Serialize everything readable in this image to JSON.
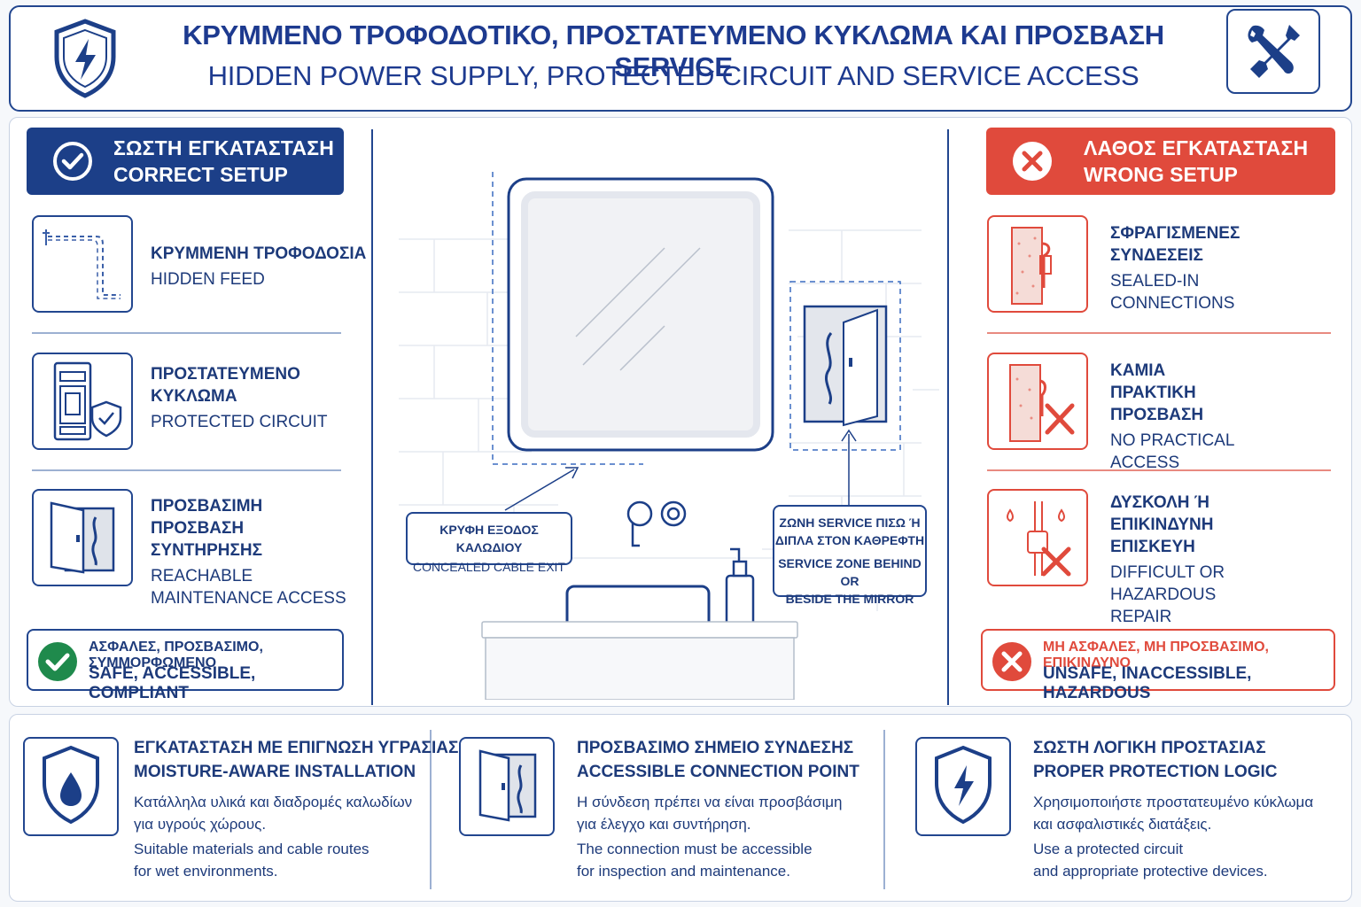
{
  "header": {
    "title_gr": "ΚΡΥΜΜΕΝΟ ΤΡΟΦΟΔΟΤΙΚΟ, ΠΡΟΣΤΑΤΕΥΜΕΝΟ ΚΥΚΛΩΜΑ ΚΑΙ ΠΡΟΣΒΑΣΗ SERVICE",
    "title_en": "HIDDEN POWER SUPPLY, PROTECTED CIRCUIT AND SERVICE ACCESS",
    "left_icon": "shield-bolt-icon",
    "right_icon": "wrench-screwdriver-icon"
  },
  "correct": {
    "banner_gr": "ΣΩΣΤΗ ΕΓΚΑΤΑΣΤΑΣΗ",
    "banner_en": "CORRECT SETUP",
    "items": [
      {
        "gr": "ΚΡΥΜΜΕΝΗ ΤΡΟΦΟΔΟΣΙΑ",
        "en": "HIDDEN FEED",
        "icon": "hidden-cable-icon"
      },
      {
        "gr": "ΠΡΟΣΤΑΤΕΥΜΕΝΟ ΚΥΚΛΩΜΑ",
        "en": "PROTECTED CIRCUIT",
        "icon": "breaker-shield-icon"
      },
      {
        "gr": "ΠΡΟΣΒΑΣΙΜΗ ΠΡΟΣΒΑΣΗ ΣΥΝΤΗΡΗΣΗΣ",
        "en": "REACHABLE MAINTENANCE ACCESS",
        "icon": "service-hatch-icon"
      }
    ],
    "status_gr": "ΑΣΦΑΛΕΣ, ΠΡΟΣΒΑΣΙΜΟ, ΣΥΜΜΟΡΦΩΜΕΝΟ",
    "status_en": "SAFE, ACCESSIBLE, COMPLIANT"
  },
  "wrong": {
    "banner_gr": "ΛΑΘΟΣ ΕΓΚΑΤΑΣΤΑΣΗ",
    "banner_en": "WRONG SETUP",
    "items": [
      {
        "gr": "ΣΦΡΑΓΙΣΜΕΝΕΣ ΣΥΝΔΕΣΕΙΣ",
        "en": "SEALED-IN CONNECTIONS",
        "icon": "sealed-wall-icon"
      },
      {
        "gr": "ΚΑΜΙΑ ΠΡΑΚΤΙΚΗ ΠΡΟΣΒΑΣΗ",
        "en": "NO PRACTICAL ACCESS",
        "icon": "no-access-icon"
      },
      {
        "gr": "ΔΥΣΚΟΛΗ Ή ΕΠΙΚΙΝΔΥΝΗ ΕΠΙΣΚΕΥΗ",
        "en": "DIFFICULT OR HAZARDOUS REPAIR",
        "icon": "hazard-repair-icon"
      }
    ],
    "status_gr": "ΜΗ ΑΣΦΑΛΕΣ, ΜΗ ΠΡΟΣΒΑΣΙΜΟ, ΕΠΙΚΙΝΔΥΝΟ",
    "status_en": "UNSAFE, INACCESSIBLE, HAZARDOUS"
  },
  "diagram": {
    "cable_exit_gr": "ΚΡΥΦΗ ΕΞΟΔΟΣ ΚΑΛΩΔΙΟΥ",
    "cable_exit_en": "CONCEALED CABLE EXIT",
    "service_zone_gr_1": "ΖΩΝΗ SERVICE ΠΙΣΩ Ή",
    "service_zone_gr_2": "ΔΙΠΛΑ ΣΤΟΝ ΚΑΘΡΕΦΤΗ",
    "service_zone_en_1": "SERVICE ZONE BEHIND OR",
    "service_zone_en_2": "BESIDE THE MIRROR"
  },
  "footer": [
    {
      "title_gr": "ΕΓΚΑΤΑΣΤΑΣΗ ΜΕ ΕΠΙΓΝΩΣΗ ΥΓΡΑΣΙΑΣ",
      "title_en": "MOISTURE-AWARE INSTALLATION",
      "gr_1": "Κατάλληλα υλικά και διαδρομές καλωδίων",
      "gr_2": "για υγρούς χώρους.",
      "en_1": "Suitable materials and cable routes",
      "en_2": "for wet environments.",
      "icon": "shield-drop-icon"
    },
    {
      "title_gr": "ΠΡΟΣΒΑΣΙΜΟ ΣΗΜΕΙΟ ΣΥΝΔΕΣΗΣ",
      "title_en": "ACCESSIBLE CONNECTION POINT",
      "gr_1": "Η σύνδεση πρέπει να είναι προσβάσιμη",
      "gr_2": "για έλεγχο και συντήρηση.",
      "en_1": "The connection must be accessible",
      "en_2": "for inspection and maintenance.",
      "icon": "service-hatch-icon"
    },
    {
      "title_gr": "ΣΩΣΤΗ ΛΟΓΙΚΗ ΠΡΟΣΤΑΣΙΑΣ",
      "title_en": "PROPER PROTECTION LOGIC",
      "gr_1": "Χρησιμοποιήστε προστατευμένο κύκλωμα",
      "gr_2": "και ασφαλιστικές διατάξεις.",
      "en_1": "Use a protected circuit",
      "en_2": "and appropriate protective devices.",
      "icon": "shield-bolt-icon"
    }
  ],
  "colors": {
    "navy": "#1c3f88",
    "red": "#e04a3c",
    "green": "#1f8a4c"
  }
}
